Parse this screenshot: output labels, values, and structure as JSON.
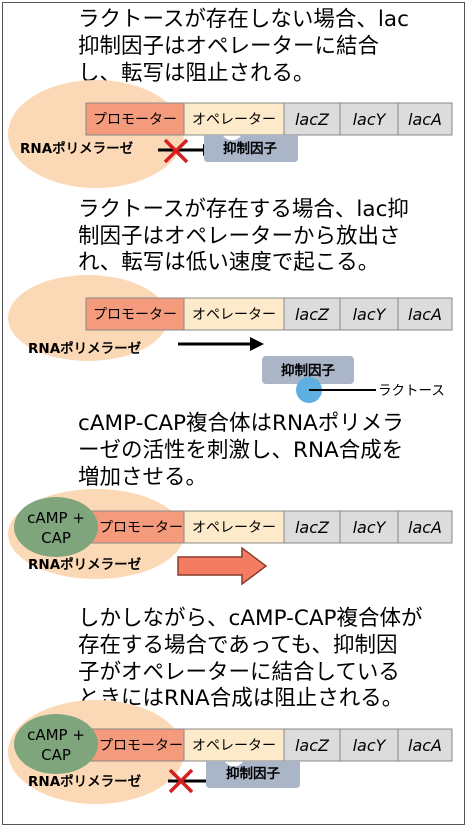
{
  "colors": {
    "polymerase": "#fbd9b6",
    "promoter": "#f49a7d",
    "operator": "#fdeacb",
    "gene": "#dcdcdc",
    "repressor": "#aab5c8",
    "lactose": "#5fb0e0",
    "cap_complex": "#7fa57d",
    "activation_arrow": "#f47c62",
    "cross": "#d61f1f"
  },
  "labels": {
    "promoter": "プロモーター",
    "operator": "オペレーター",
    "lacZ": "lacZ",
    "lacY": "lacY",
    "lacA": "lacA",
    "polymerase": "RNAポリメラーゼ",
    "repressor": "抑制因子",
    "lactose": "ラクトース",
    "cap_line1": "cAMP +",
    "cap_line2": "CAP"
  },
  "panels": [
    {
      "caption": [
        "ラクトースが存在しない場合、lac",
        "抑制因子はオペレーターに結合",
        "し、転写は阻止される。"
      ]
    },
    {
      "caption": [
        "ラクトースが存在する場合、lac抑",
        "制因子はオペレーターから放出さ",
        "れ、転写は低い速度で起こる。"
      ]
    },
    {
      "caption": [
        "cAMP-CAP複合体はRNAポリメラ",
        "ーゼの活性を刺激し、RNA合成を",
        "増加させる。"
      ]
    },
    {
      "caption": [
        "しかしながら、cAMP-CAP複合体が",
        "存在する場合であっても、抑制因",
        "子がオペレーターに結合している",
        "ときにはRNA合成は阻止される。"
      ]
    }
  ]
}
